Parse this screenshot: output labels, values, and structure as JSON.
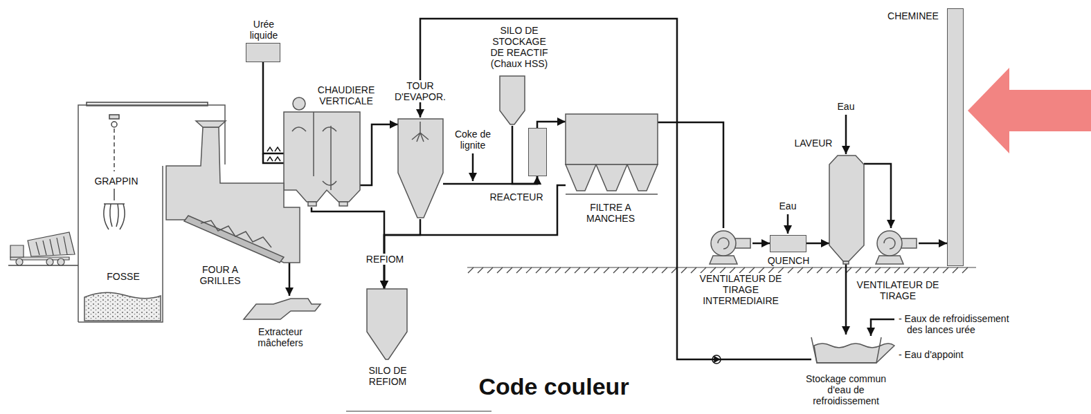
{
  "diagram": {
    "nodes": [
      {
        "text": [
          "Urée liquide"
        ]
      },
      {
        "text": [
          "CHAUDIERE VERTICALE"
        ]
      },
      {
        "text": [
          "FOUR A GRILLES"
        ]
      },
      {
        "text": [
          "FOSSE"
        ]
      },
      {
        "text": [
          "Extracteur mâchefers"
        ]
      },
      {
        "text": [
          "TOUR D'EVAPOR."
        ]
      },
      {
        "text": [
          "SILO DE STOCKAGE DE REACTIF (Chaux HSS)"
        ]
      },
      {
        "text": [
          "REACTEUR"
        ]
      },
      {
        "text": [
          "FILTRE A MANCHES"
        ]
      },
      {
        "text": [
          "SILO DE REFIOM"
        ]
      },
      {
        "text": [
          "VENTILATEUR DE TIRAGE INTERMEDIAIRE"
        ]
      },
      {
        "text": [
          "QUENCH"
        ]
      },
      {
        "text": [
          "LAVEUR"
        ]
      },
      {
        "text": [
          "VENTILATEUR DE TIRAGE"
        ]
      },
      {
        "text": [
          "CHEMINEE"
        ]
      },
      {
        "text": [
          "Stockage commun d'eau de refroidissement"
        ]
      }
    ],
    "edges": [
      {
        "from": 0,
        "to": 1,
        "arrow": "none"
      },
      {
        "from": 2,
        "to": 4,
        "arrow": "to"
      },
      {
        "from": 1,
        "to": 5,
        "arrow": "to"
      },
      {
        "from": 5,
        "to": 7,
        "arrow": "to"
      },
      {
        "from": 6,
        "to": 7,
        "arrow": "to"
      },
      {
        "from": 7,
        "to": 8,
        "arrow": "to"
      },
      {
        "from": 1,
        "to": 9,
        "label": "REFIOM",
        "arrow": "to"
      },
      {
        "from": 5,
        "to": 9,
        "arrow": "to"
      },
      {
        "from": 8,
        "to": 9,
        "arrow": "to"
      },
      {
        "from": 8,
        "to": 10,
        "arrow": "none"
      },
      {
        "from": 10,
        "to": 11,
        "arrow": "to"
      },
      {
        "from": 11,
        "to": 12,
        "arrow": "to"
      },
      {
        "from": 12,
        "to": 13,
        "arrow": "to"
      },
      {
        "from": 13,
        "to": 14,
        "arrow": "to"
      },
      {
        "from": 12,
        "to": 15,
        "arrow": "to"
      },
      {
        "from": 15,
        "to": 5,
        "arrow": "to"
      }
    ],
    "labels": [
      "GRAPPIN",
      "Coke de lignite",
      "Eau",
      "Eau",
      "- Eaux de refroidissement des lances urée",
      "- Eau d'appoint",
      "Code couleur"
    ]
  }
}
